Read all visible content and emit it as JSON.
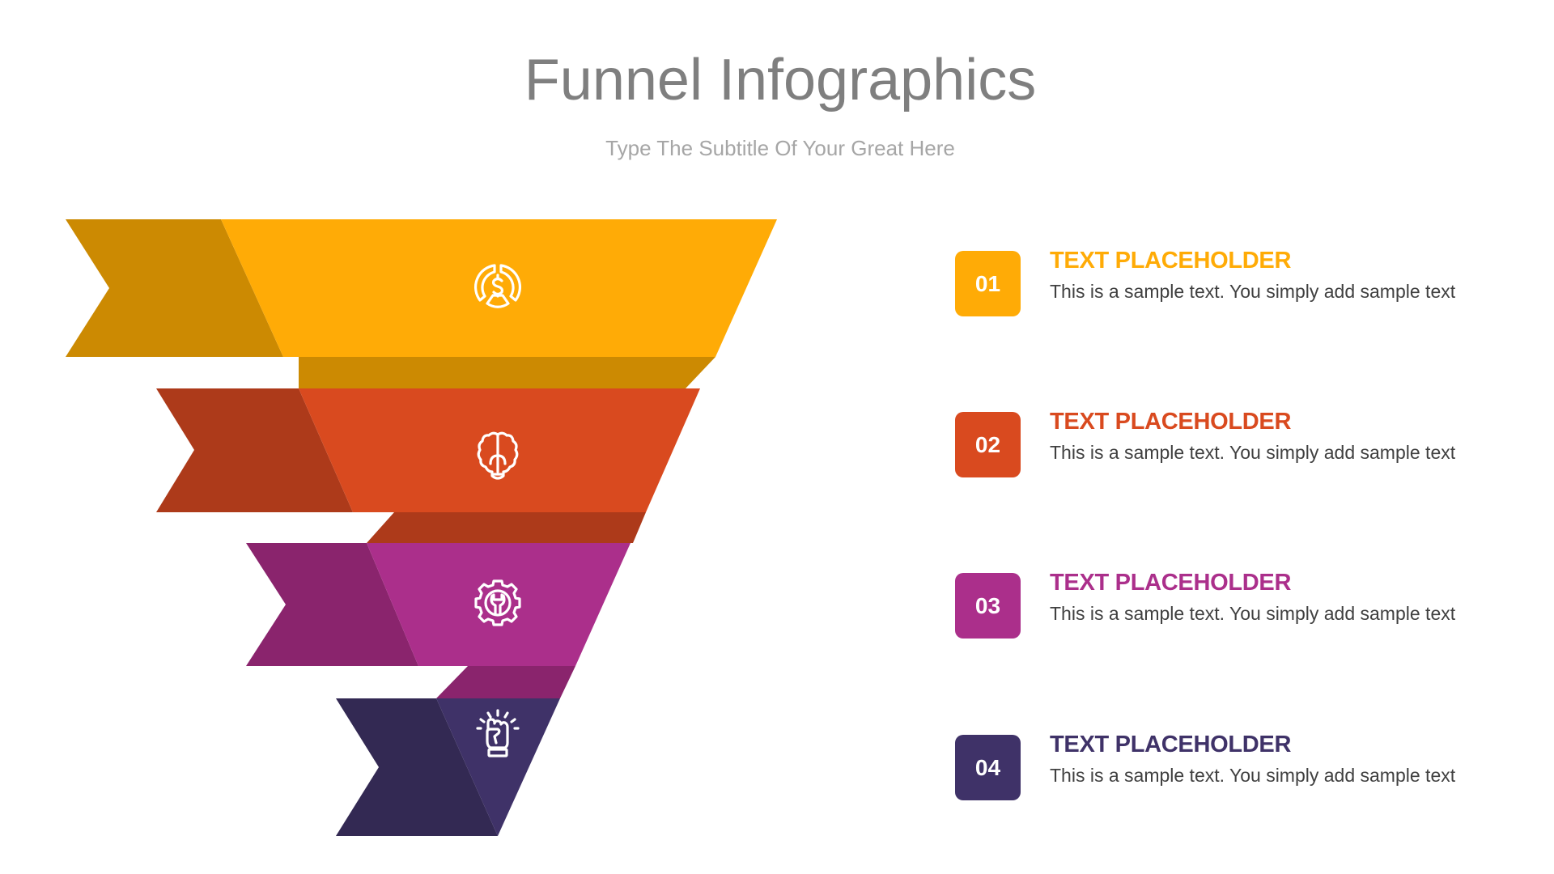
{
  "header": {
    "title": "Funnel Infographics",
    "subtitle": "Type The Subtitle Of Your Great Here"
  },
  "colors": {
    "stage1": {
      "main": "#FFAB06",
      "dark": "#CC8A02"
    },
    "stage2": {
      "main": "#D94A1F",
      "dark": "#AD3A1A"
    },
    "stage3": {
      "main": "#AB2F8B",
      "dark": "#8A246D"
    },
    "stage4": {
      "main": "#3F3268",
      "dark": "#332953"
    },
    "title": "#7F7F7F",
    "subtitle": "#A6A6A6",
    "body_text": "#404040"
  },
  "funnel": {
    "stages": [
      {
        "icon": "dollar-target-icon"
      },
      {
        "icon": "brain-lightbulb-icon"
      },
      {
        "icon": "gear-wrench-icon"
      },
      {
        "icon": "raised-fist-icon"
      }
    ]
  },
  "items": [
    {
      "number": "01",
      "title": "TEXT PLACEHOLDER",
      "body": "This is a sample text. You simply add sample text",
      "color": "#FFAB06"
    },
    {
      "number": "02",
      "title": "TEXT PLACEHOLDER",
      "body": "This is a sample text. You simply add sample text",
      "color": "#D94A1F"
    },
    {
      "number": "03",
      "title": "TEXT PLACEHOLDER",
      "body": "This is a sample text. You simply add sample text",
      "color": "#AB2F8B"
    },
    {
      "number": "04",
      "title": "TEXT PLACEHOLDER",
      "body": "This is a sample text. You simply add sample text",
      "color": "#3F3268"
    }
  ]
}
